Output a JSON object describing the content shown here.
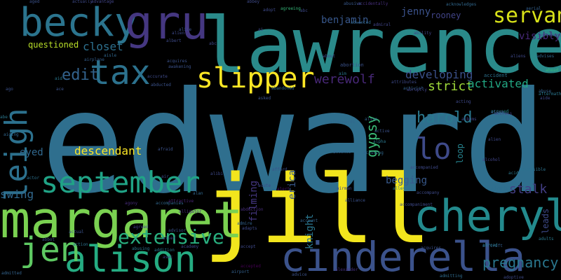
{
  "words": [
    {
      "text": "edward",
      "color": "#2f6f8e",
      "size": 5
    },
    {
      "text": "lawrence",
      "color": "#2a8a8a",
      "size": 4
    },
    {
      "text": "jill",
      "color": "#f2e51d",
      "size": 4
    },
    {
      "text": "margaret",
      "color": "#7ad151",
      "size": 4
    },
    {
      "text": "becky",
      "color": "#2b748e",
      "size": 3
    },
    {
      "text": "gru",
      "color": "#453781",
      "size": 3
    },
    {
      "text": "cinderella",
      "color": "#3b528b",
      "size": 3
    },
    {
      "text": "cheryl",
      "color": "#238a8d",
      "size": 3
    },
    {
      "text": "alison",
      "color": "#25ac82",
      "size": 3
    },
    {
      "text": "tax",
      "color": "#2c728e",
      "size": 3
    },
    {
      "text": "jen",
      "color": "#5ec962",
      "size": 3
    },
    {
      "text": "september",
      "color": "#20a386",
      "size": 2
    },
    {
      "text": "slipper",
      "color": "#fde725",
      "size": 2
    },
    {
      "text": "leigh",
      "color": "#2c718e",
      "size": 2
    },
    {
      "text": "servant",
      "color": "#d8e219",
      "size": 2
    },
    {
      "text": "lo",
      "color": "#3e4a89",
      "size": 2
    },
    {
      "text": "extensive",
      "color": "#29af7f",
      "size": 2
    },
    {
      "text": "pregnancy",
      "color": "#2a778e",
      "size": 1
    },
    {
      "text": "harold",
      "color": "#2a788e",
      "size": 1
    },
    {
      "text": "gypsy",
      "color": "#3aba76",
      "size": 1
    },
    {
      "text": "werewolf",
      "color": "#482878",
      "size": 1
    },
    {
      "text": "edit",
      "color": "#33638d",
      "size": 1
    },
    {
      "text": "stalk",
      "color": "#433e85",
      "size": 1
    },
    {
      "text": "strict",
      "color": "#9fda3a",
      "size": 1
    },
    {
      "text": "developing",
      "color": "#3b518b",
      "size": 1
    },
    {
      "text": "activated",
      "color": "#22a884",
      "size": 1
    },
    {
      "text": "closet",
      "color": "#2d708e",
      "size": 1
    },
    {
      "text": "descendant",
      "color": "#fde725",
      "size": 1
    },
    {
      "text": "swing",
      "color": "#31688e",
      "size": 1
    },
    {
      "text": "eyed",
      "color": "#31688e",
      "size": 1
    },
    {
      "text": "benjamin",
      "color": "#38588c",
      "size": 1
    },
    {
      "text": "jenny",
      "color": "#3b528b",
      "size": 1
    },
    {
      "text": "visibly",
      "color": "#482979",
      "size": 1
    },
    {
      "text": "begging",
      "color": "#38598c",
      "size": 1
    },
    {
      "text": "filming",
      "color": "#453781",
      "size": 1
    },
    {
      "text": "knight",
      "color": "#2a768e",
      "size": 1
    },
    {
      "text": "erica",
      "color": "#38588c",
      "size": 1
    },
    {
      "text": "rooney",
      "color": "#414487",
      "size": 1
    },
    {
      "text": "questioned",
      "color": "#b8de29",
      "size": 1
    },
    {
      "text": "loop",
      "color": "#26828e",
      "size": 1
    },
    {
      "text": "leads",
      "color": "#3e4a89",
      "size": 1
    },
    {
      "text": "abortion",
      "color": "#3b528b",
      "size": 0
    },
    {
      "text": "accident",
      "color": "#2c728e",
      "size": 0
    },
    {
      "text": "accept",
      "color": "#3e4989",
      "size": 0
    },
    {
      "text": "advice",
      "color": "#3b528b",
      "size": 0
    },
    {
      "text": "airport",
      "color": "#34618d",
      "size": 0
    },
    {
      "text": "alexander",
      "color": "#46327e",
      "size": 0
    },
    {
      "text": "accompanies",
      "color": "#31688e",
      "size": 0
    },
    {
      "text": "adoptive",
      "color": "#3e4a89",
      "size": 0
    },
    {
      "text": "advises",
      "color": "#31688e",
      "size": 0
    },
    {
      "text": "aircraft",
      "color": "#355f8d",
      "size": 0
    },
    {
      "text": "alliance",
      "color": "#3b528b",
      "size": 0
    },
    {
      "text": "account",
      "color": "#33638d",
      "size": 0
    },
    {
      "text": "accepted",
      "color": "#440154",
      "size": 0
    },
    {
      "text": "abduction",
      "color": "#472d7b",
      "size": 0
    },
    {
      "text": "attractive",
      "color": "#482475",
      "size": 0
    },
    {
      "text": "accompanied",
      "color": "#3e4989",
      "size": 0
    },
    {
      "text": "addition",
      "color": "#2a768e",
      "size": 0
    },
    {
      "text": "adventure",
      "color": "#2e6e8e",
      "size": 0
    },
    {
      "text": "actress",
      "color": "#414487",
      "size": 0
    },
    {
      "text": "alert",
      "color": "#481467",
      "size": 0
    },
    {
      "text": "alive",
      "color": "#33638d",
      "size": 0
    },
    {
      "text": "accusing",
      "color": "#31688e",
      "size": 0
    },
    {
      "text": "accused",
      "color": "#238a8d",
      "size": 0
    },
    {
      "text": "abandoned",
      "color": "#31688e",
      "size": 0
    },
    {
      "text": "admitted",
      "color": "#33638d",
      "size": 0
    },
    {
      "text": "admitting",
      "color": "#2f6c8e",
      "size": 0
    },
    {
      "text": "alcohol",
      "color": "#414487",
      "size": 0
    },
    {
      "text": "acid",
      "color": "#2a788e",
      "size": 0
    },
    {
      "text": "adults",
      "color": "#29798e",
      "size": 0
    },
    {
      "text": "action",
      "color": "#2c728e",
      "size": 0
    },
    {
      "text": "activist",
      "color": "#33638d",
      "size": 0
    },
    {
      "text": "accurate",
      "color": "#3e4a89",
      "size": 0
    },
    {
      "text": "acquires",
      "color": "#3b528b",
      "size": 0
    },
    {
      "text": "acting",
      "color": "#3e4989",
      "size": 0
    },
    {
      "text": "agreeing",
      "color": "#35b779",
      "size": 0
    },
    {
      "text": "accidentally",
      "color": "#472f7d",
      "size": 0
    },
    {
      "text": "abbey",
      "color": "#3e4a89",
      "size": 0
    },
    {
      "text": "admiral",
      "color": "#414487",
      "size": 0
    },
    {
      "text": "abusive",
      "color": "#38588c",
      "size": 0
    },
    {
      "text": "acknowledges",
      "color": "#31688e",
      "size": 0
    },
    {
      "text": "aged",
      "color": "#3b528b",
      "size": 0
    },
    {
      "text": "actually",
      "color": "#3e4a89",
      "size": 0
    },
    {
      "text": "advantage",
      "color": "#414487",
      "size": 0
    },
    {
      "text": "airplane",
      "color": "#355f8d",
      "size": 0
    },
    {
      "text": "active",
      "color": "#3b528b",
      "size": 0
    },
    {
      "text": "alpha",
      "color": "#2a778e",
      "size": 0
    },
    {
      "text": "afraid",
      "color": "#3b528b",
      "size": 0
    },
    {
      "text": "alien",
      "color": "#3e4989",
      "size": 0
    },
    {
      "text": "agony",
      "color": "#472d7b",
      "size": 0
    },
    {
      "text": "alley",
      "color": "#2a788e",
      "size": 0
    },
    {
      "text": "accompany",
      "color": "#3e4a89",
      "size": 0
    },
    {
      "text": "awakening",
      "color": "#3b528b",
      "size": 0
    },
    {
      "text": "albert",
      "color": "#3e4a89",
      "size": 0
    },
    {
      "text": "aisle",
      "color": "#31688e",
      "size": 0
    },
    {
      "text": "abruptly",
      "color": "#414487",
      "size": 0
    },
    {
      "text": "abducted",
      "color": "#3b528b",
      "size": 0
    },
    {
      "text": "attributes",
      "color": "#3e4a89",
      "size": 0
    },
    {
      "text": "afterwards",
      "color": "#31688e",
      "size": 0
    },
    {
      "text": "academy",
      "color": "#3e4989",
      "size": 0
    },
    {
      "text": "accessible",
      "color": "#2c728e",
      "size": 0
    },
    {
      "text": "agreement",
      "color": "#3e4989",
      "size": 0
    },
    {
      "text": "abuse",
      "color": "#34618d",
      "size": 0
    },
    {
      "text": "aftermath",
      "color": "#2a788e",
      "size": 0
    },
    {
      "text": "ahead",
      "color": "#35b779",
      "size": 0
    },
    {
      "text": "aim",
      "color": "#2a788e",
      "size": 0
    },
    {
      "text": "aid",
      "color": "#2a788e",
      "size": 0
    },
    {
      "text": "ace",
      "color": "#3b528b",
      "size": 0
    },
    {
      "text": "actor",
      "color": "#2c728e",
      "size": 0
    },
    {
      "text": "ability",
      "color": "#414487",
      "size": 0
    },
    {
      "text": "abroad",
      "color": "#2a788e",
      "size": 0
    },
    {
      "text": "actual",
      "color": "#3b528b",
      "size": 0
    },
    {
      "text": "advanced",
      "color": "#31688e",
      "size": 0
    },
    {
      "text": "abbot",
      "color": "#3e4a89",
      "size": 0
    },
    {
      "text": "about",
      "color": "#3e4a89",
      "size": 0
    },
    {
      "text": "admire",
      "color": "#33638d",
      "size": 0
    },
    {
      "text": "aliens",
      "color": "#3e4989",
      "size": 0
    },
    {
      "text": "asec",
      "color": "#414487",
      "size": 0
    },
    {
      "text": "alan",
      "color": "#31688e",
      "size": 0
    },
    {
      "text": "albums",
      "color": "#414487",
      "size": 0
    },
    {
      "text": "alarm",
      "color": "#3b528b",
      "size": 0
    },
    {
      "text": "airman",
      "color": "#3e4989",
      "size": 0
    },
    {
      "text": "alligator",
      "color": "#472d7b",
      "size": 0
    },
    {
      "text": "agreed",
      "color": "#414487",
      "size": 0
    },
    {
      "text": "abc",
      "color": "#3e4989",
      "size": 0
    },
    {
      "text": "ago",
      "color": "#3b528b",
      "size": 0
    },
    {
      "text": "air",
      "color": "#3e4a89",
      "size": 0
    },
    {
      "text": "ai",
      "color": "#3e4a89",
      "size": 0
    },
    {
      "text": "aide",
      "color": "#3e4989",
      "size": 0
    },
    {
      "text": "aliie",
      "color": "#3b528b",
      "size": 0
    },
    {
      "text": "alien",
      "color": "#3e4989",
      "size": 0
    },
    {
      "text": "acute",
      "color": "#3e4a89",
      "size": 0
    },
    {
      "text": "aerial",
      "color": "#34618d",
      "size": 0
    },
    {
      "text": "abe",
      "color": "#2a788e",
      "size": 0
    },
    {
      "text": "alibi",
      "color": "#3e4989",
      "size": 0
    },
    {
      "text": "alien",
      "color": "#3e4989",
      "size": 0
    },
    {
      "text": "accents",
      "color": "#33638d",
      "size": 0
    },
    {
      "text": "acquires",
      "color": "#3b528b",
      "size": 0
    },
    {
      "text": "adapts",
      "color": "#3e4a89",
      "size": 0
    },
    {
      "text": "abusing",
      "color": "#2a788e",
      "size": 0
    },
    {
      "text": "afford",
      "color": "#3b528b",
      "size": 0
    },
    {
      "text": "aiding",
      "color": "#31688e",
      "size": 0
    },
    {
      "text": "asked",
      "color": "#3b528b",
      "size": 0
    },
    {
      "text": "adopt",
      "color": "#3e4a89",
      "size": 0
    },
    {
      "text": "accompaniment",
      "color": "#3e4989",
      "size": 0
    },
    {
      "text": "advisor",
      "color": "#3b528b",
      "size": 0
    },
    {
      "text": "abc",
      "color": "#3e4989",
      "size": 0
    }
  ]
}
